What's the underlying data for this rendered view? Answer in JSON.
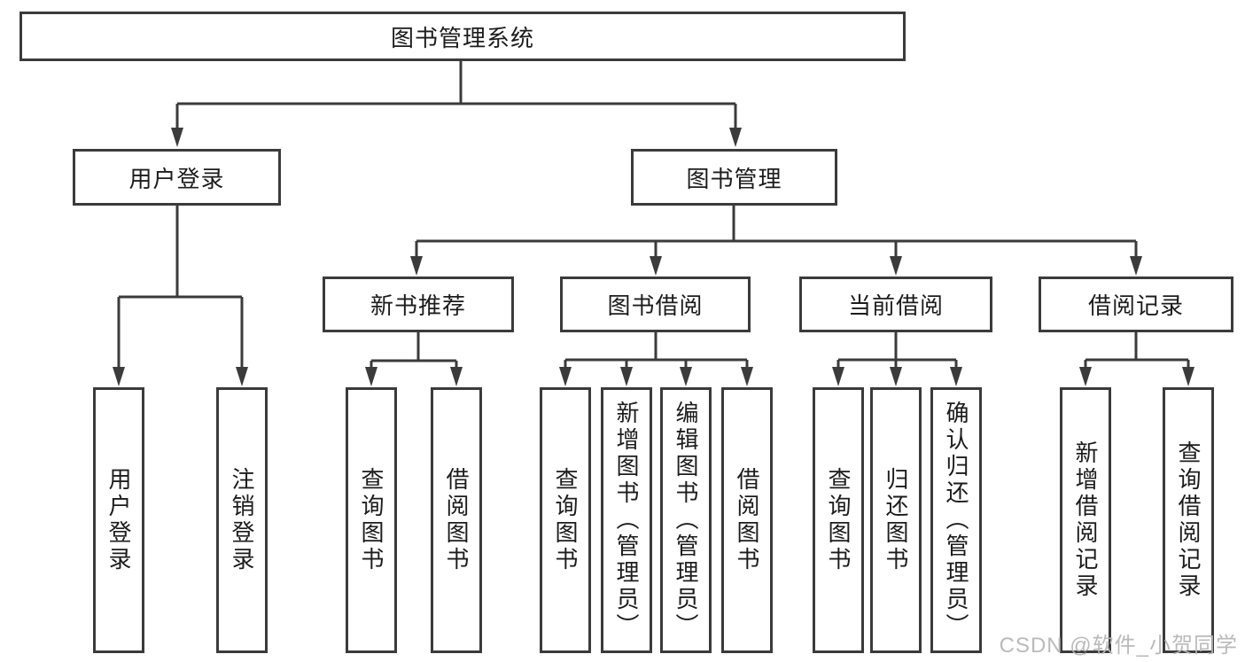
{
  "diagram": {
    "root_label": "图书管理系统",
    "user_login": {
      "label": "用户登录",
      "children": [
        {
          "label": "用户登录"
        },
        {
          "label": "注销登录"
        }
      ]
    },
    "book_management": {
      "label": "图书管理",
      "sections": [
        {
          "label": "新书推荐",
          "children": [
            {
              "label": "查询图书"
            },
            {
              "label": "借阅图书"
            }
          ]
        },
        {
          "label": "图书借阅",
          "children": [
            {
              "label": "查询图书"
            },
            {
              "label": "新增图书（管理员）"
            },
            {
              "label": "编辑图书（管理员）"
            },
            {
              "label": "借阅图书"
            }
          ]
        },
        {
          "label": "当前借阅",
          "children": [
            {
              "label": "查询图书"
            },
            {
              "label": "归还图书"
            },
            {
              "label": "确认归还（管理员）"
            }
          ]
        },
        {
          "label": "借阅记录",
          "children": [
            {
              "label": "新增借阅记录"
            },
            {
              "label": "查询借阅记录"
            }
          ]
        }
      ]
    }
  },
  "colors": {
    "line": "#3b3b3b",
    "text": "#1c1c1c",
    "watermark": "#b6b6b6",
    "background": "#ffffff"
  },
  "watermark": "CSDN @软件_小贺同学"
}
